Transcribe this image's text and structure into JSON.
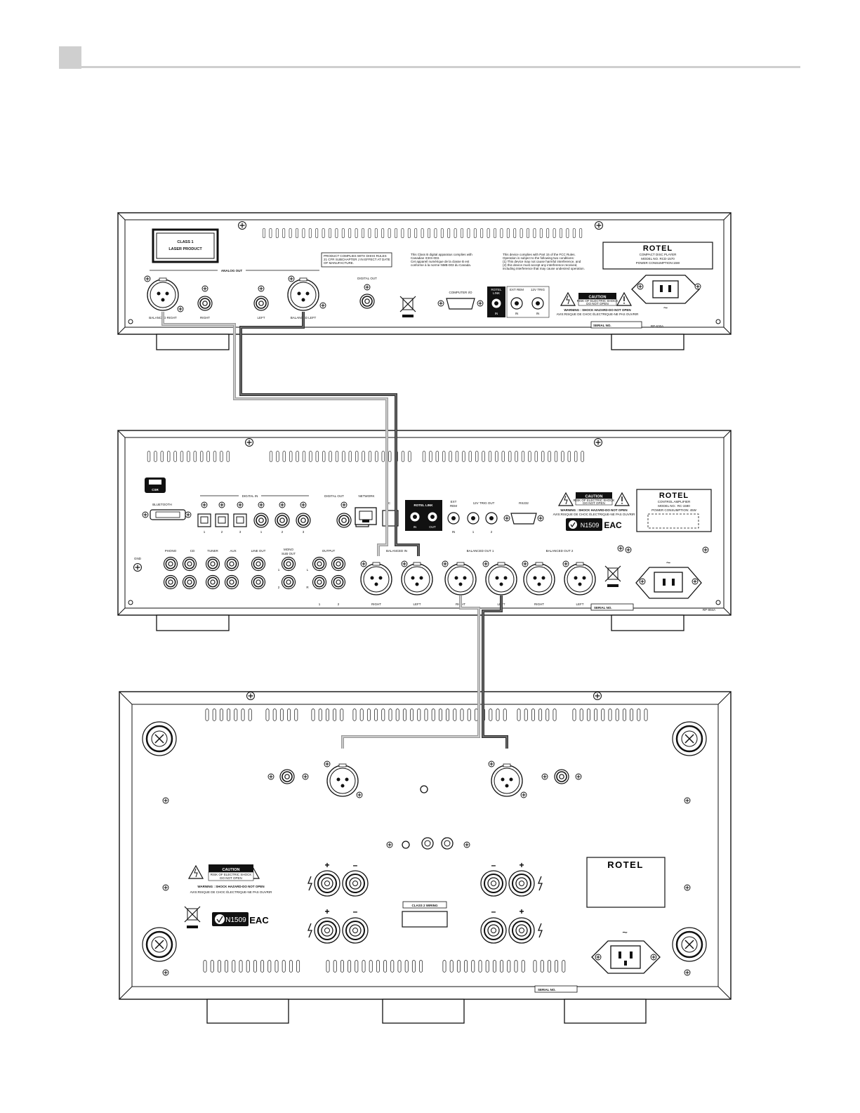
{
  "cd_player": {
    "laser_label": [
      "CLASS 1",
      "LASER PRODUCT"
    ],
    "analog_out": "ANALOG OUT",
    "balanced_right": "BALANCED RIGHT",
    "right": "RIGHT",
    "left": "LEFT",
    "balanced_left": "BALANCED LEFT",
    "digital_out": "DIGITAL OUT",
    "dhhs_notice": [
      "PRODUCT COMPLIES WITH DHHS RULES",
      "21 CFR SUBCHAPTER J IN EFFECT AT DATE",
      "OF MANUFACTURE."
    ],
    "ices_notice": [
      "This Class B digital apparatus complies with",
      "Canadian ICES-003.",
      "Cet appareil numérique de la classe B est",
      "conforme à la norme NMB-003 du Canada."
    ],
    "fcc_notice": [
      "This device complies with Part 15 of the FCC Rules.",
      "Operation is subject to the following two conditions:",
      "(1) This device may not cause harmful interference, and",
      "(2) this device must accept any interference received,",
      "including interference that may cause undesired operation."
    ],
    "computer_io": "COMPUTER I/O",
    "rotel_link": [
      "ROTEL",
      "LINK"
    ],
    "rotel_link_in": "IN",
    "ext_rem": "EXT REM",
    "trig": "12V TRIG",
    "ext_rem_in": "IN",
    "trig_in": "IN",
    "caution": "CAUTION",
    "caution_sub": [
      "RISK OF ELECTRIC SHOCK",
      "DO NOT OPEN"
    ],
    "warning": "WARNING : SHOCK HAZARD-DO NOT OPEN",
    "avis": "AVIS:RISQUE DE CHOC ÉLECTRIQUE-NE PAS OUVRIR",
    "serial": "SERIAL NO.",
    "brand": "ROTEL",
    "product": [
      "COMPACT DISC PLAYER",
      "MODEL NO. RCD-1570",
      "POWER CONSUMPTION:15W"
    ],
    "rp_code": "RP-630A",
    "ac": "~"
  },
  "preamp": {
    "csr": "CSR",
    "bluetooth": "BLUETOOTH",
    "digital_in": "DIGITAL IN",
    "digital_in_nums": [
      "1",
      "2",
      "3",
      "1",
      "2",
      "3"
    ],
    "digital_out": "DIGITAL OUT",
    "network": "NETWORK",
    "pc": "PC",
    "rotel_link": "ROTEL LINK",
    "link_in": "IN",
    "link_out": "OUT",
    "ext_rem": [
      "EXT",
      "REM"
    ],
    "ext_rem_in": "IN",
    "trig_out": "12V TRIG OUT",
    "trig_nums": [
      "1",
      "2"
    ],
    "rs232": "RS232",
    "caution": "CAUTION",
    "caution_sub": [
      "RISK OF ELECTRIC SHOCK",
      "DO NOT OPEN"
    ],
    "warning": "WARNING : SHOCK HAZARD-DO NOT OPEN",
    "avis": "AVIS:RISQUE DE CHOC ÉLECTRIQUE-NE PAS OUVRIR",
    "brand": "ROTEL",
    "product": [
      "CONTROL AMPLIFIER",
      "MODEL NO.: RC-1590",
      "POWER CONSUMPTION: 45W"
    ],
    "n_mark": "N1509",
    "eac": "EAC",
    "gnd": "GND",
    "inputs": [
      "PHONO",
      "CD",
      "TUNER",
      "AUX",
      "LINE OUT"
    ],
    "mono_sub": [
      "MONO",
      "SUB OUT"
    ],
    "mono_nums": [
      "1",
      "2"
    ],
    "output": "OUTPUT",
    "output_lr": [
      "L",
      "R"
    ],
    "output_nums": [
      "1",
      "2"
    ],
    "balanced_in": "BALANCED IN",
    "balanced_out_1": "BALANCED OUT 1",
    "balanced_out_2": "BALANCED OUT 2",
    "right": "RIGHT",
    "left": "LEFT",
    "serial": "SERIAL NO.",
    "rp_code": "RP-994A",
    "ac": "~"
  },
  "power_amp": {
    "caution": "CAUTION",
    "caution_sub": [
      "RISK OF ELECTRIC SHOCK",
      "DO NOT OPEN"
    ],
    "warning": "WARNING : SHOCK HAZARD-DO NOT OPEN",
    "avis": "AVIS:RISQUE DE CHOC ÉLECTRIQUE-NE PAS OUVRIR",
    "n_mark": "N1509",
    "eac": "EAC",
    "class2": "CLASS 2 WIRING",
    "brand": "ROTEL",
    "plus": "+",
    "minus": "–",
    "serial": "SERIAL NO.",
    "ac": "~"
  }
}
